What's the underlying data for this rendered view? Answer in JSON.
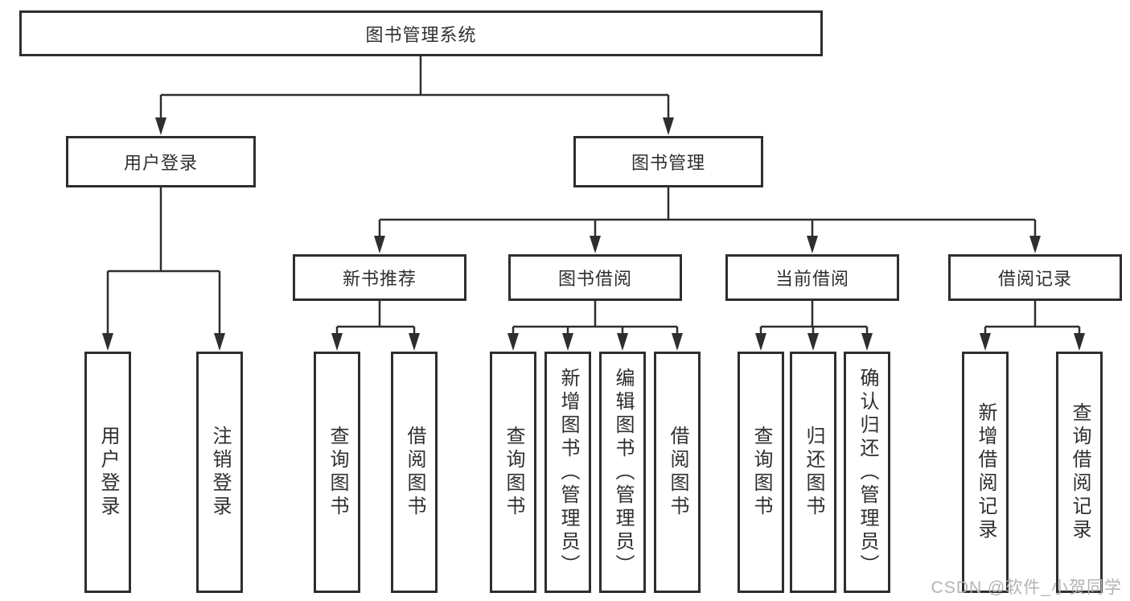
{
  "diagram": {
    "root": {
      "label": "图书管理系统"
    },
    "level2": [
      {
        "label": "用户登录"
      },
      {
        "label": "图书管理"
      }
    ],
    "level3": [
      {
        "label": "新书推荐"
      },
      {
        "label": "图书借阅"
      },
      {
        "label": "当前借阅"
      },
      {
        "label": "借阅记录"
      }
    ],
    "leaves": {
      "user_login": [
        "用户登录",
        "注销登录"
      ],
      "new_book_recommend": [
        "查询图书",
        "借阅图书"
      ],
      "book_borrowing": [
        "查询图书",
        "新增图书（管理员）",
        "编辑图书（管理员）",
        "借阅图书"
      ],
      "current_borrowing": [
        "查询图书",
        "归还图书",
        "确认归还（管理员）"
      ],
      "borrowing_records": [
        "新增借阅记录",
        "查询借阅记录"
      ]
    }
  },
  "watermark": "CSDN @软件_小贺同学",
  "colors": {
    "line": "#2e2e2e",
    "text": "#2f2f2f",
    "watermark": "#b4b4b4",
    "background": "#ffffff"
  }
}
